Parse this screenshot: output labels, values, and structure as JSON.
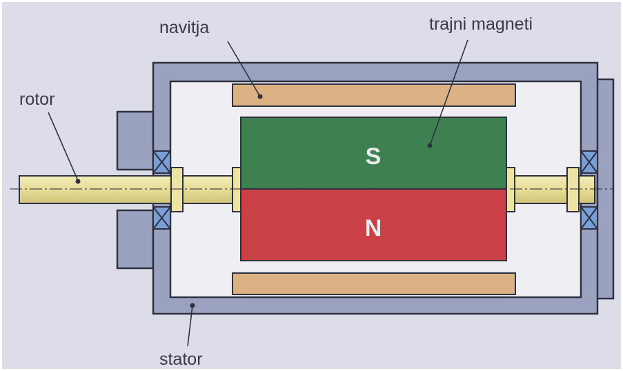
{
  "labels": {
    "windings": "navitja",
    "permanent_magnets": "trajni magneti",
    "rotor": "rotor",
    "stator": "stator",
    "pole_south": "S",
    "pole_north": "N"
  },
  "colors": {
    "background": "#dcdde8",
    "stator": "#9aa2bf",
    "outline": "#2e3140",
    "inner_chamber": "#eeeef3",
    "winding": "#dcb184",
    "shaft": "#ece4a0",
    "magnet_south": "#3e8050",
    "magnet_north": "#c94046",
    "bearing": "#7a9ed6"
  }
}
